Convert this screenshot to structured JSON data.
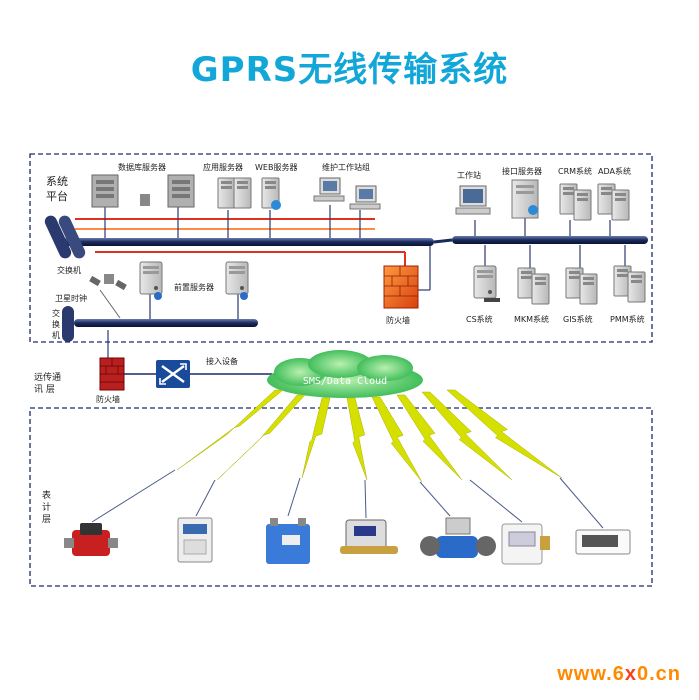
{
  "title": "GPRS无线传输系统",
  "layers": {
    "platform": [
      "系统",
      "平台"
    ],
    "comm": [
      "远传通",
      "讯  层"
    ],
    "meter": [
      "表",
      "计",
      "层"
    ]
  },
  "labels": {
    "db_server": "数据库服务器",
    "app_server": "应用服务器",
    "web_server": "WEB服务器",
    "maint_ws": "维护工作站组",
    "workstation": "工作站",
    "interface_server": "接口服务器",
    "crm": "CRM系统",
    "ada": "ADA系统",
    "switch1": "交换机",
    "sat_clock": "卫星时钟",
    "switch2": [
      "交",
      "换",
      "机"
    ],
    "front_server": "前置服务器",
    "firewall_top": "防火墙",
    "cs": "CS系统",
    "mkm": "MKM系统",
    "gis": "GIS系统",
    "pmm": "PMM系统",
    "access_device": "接入设备",
    "firewall_bottom": "防火墙",
    "cloud": "SMS/Data Cloud"
  },
  "meters": [
    "water-meter",
    "electric-meter",
    "gas-meter",
    "heat-meter",
    "flow-meter",
    "thermostat-panel",
    "display-panel"
  ],
  "watermark": {
    "a": "www.6",
    "b": "x",
    "c": "0.cn"
  },
  "colors": {
    "title": "#12a7d8",
    "bus": "#1a2a5c",
    "red": "#e03020",
    "cloud": "#22b14c",
    "bolt": "#d6e000"
  }
}
